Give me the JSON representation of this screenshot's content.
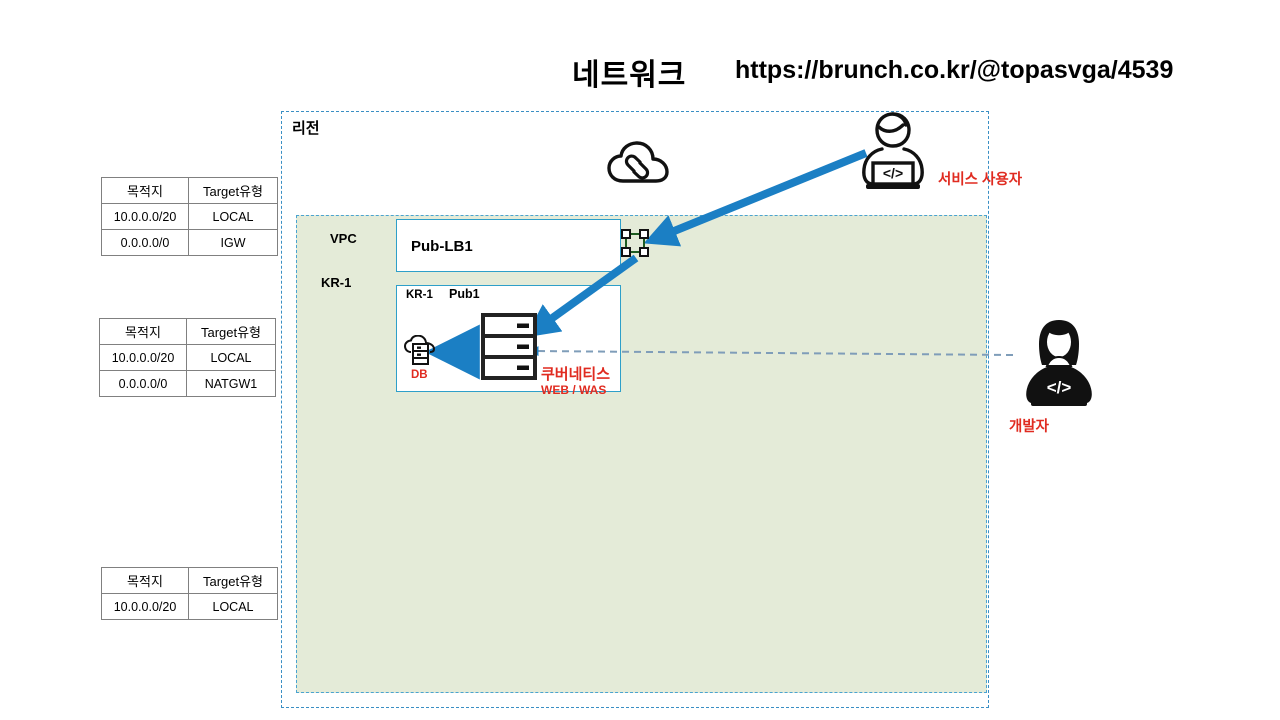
{
  "header": {
    "title": "네트워크",
    "url": "https://brunch.co.kr/@topasvga/4539"
  },
  "diagram": {
    "region_label": "리전",
    "vpc_label": "VPC",
    "vpc_az_label": "KR-1",
    "lb_label": "Pub-LB1",
    "subnet_az_label": "KR-1",
    "subnet_label": "Pub1",
    "db_caption": "DB",
    "k8s_caption": "쿠버네티스",
    "webwas_caption": "WEB / WAS",
    "user_caption": "서비스 사용자",
    "dev_caption": "개발자",
    "icons": {
      "igw": "cloud-link-icon",
      "lb": "load-balancer-icon",
      "db": "cloud-database-icon",
      "server": "server-rack-icon",
      "user": "service-user-icon",
      "developer": "developer-icon"
    },
    "colors": {
      "region_border": "#3a8fc4",
      "vpc_border": "#4aa3d0",
      "vpc_fill": "#e4ebd8",
      "box_border": "#2e9fc9",
      "arrow": "#1b7fc4",
      "caption_red": "#e02b20",
      "dashed_link": "#7f9db9"
    }
  },
  "route_tables": [
    {
      "name": "igw-route-table",
      "headers": [
        "목적지",
        "Target유형"
      ],
      "rows": [
        [
          "10.0.0.0/20",
          "LOCAL"
        ],
        [
          "0.0.0.0/0",
          "IGW"
        ]
      ]
    },
    {
      "name": "natgw-route-table",
      "headers": [
        "목적지",
        "Target유형"
      ],
      "rows": [
        [
          "10.0.0.0/20",
          "LOCAL"
        ],
        [
          "0.0.0.0/0",
          "NATGW1"
        ]
      ]
    },
    {
      "name": "local-route-table",
      "headers": [
        "목적지",
        "Target유형"
      ],
      "rows": [
        [
          "10.0.0.0/20",
          "LOCAL"
        ]
      ]
    }
  ]
}
